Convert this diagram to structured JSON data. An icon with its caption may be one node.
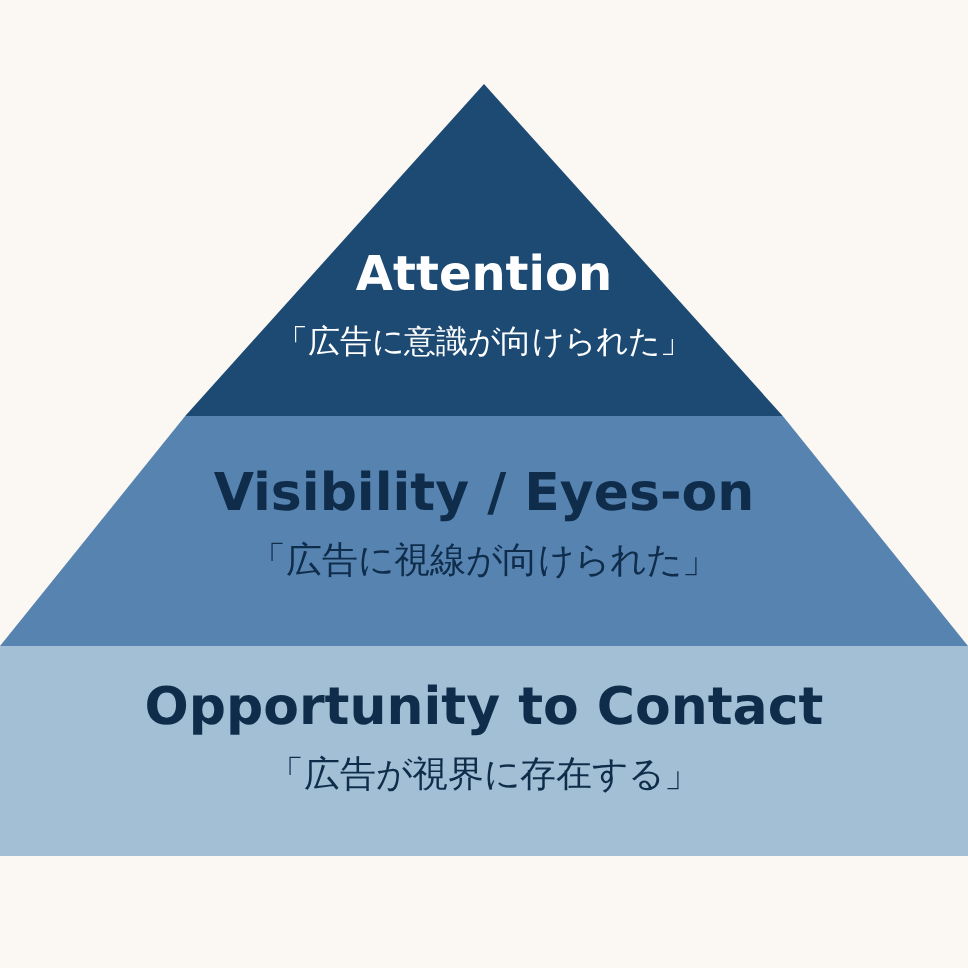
{
  "diagram": {
    "nodes": [
      {
        "text": [
          "Attention",
          "「広告に意識が向けられた」"
        ]
      },
      {
        "text": [
          "Visibility / Eyes-on",
          "「広告に視線が向けられた」"
        ]
      },
      {
        "text": [
          "Opportunity to Contact",
          "「広告が視界に存在する」"
        ]
      }
    ]
  }
}
